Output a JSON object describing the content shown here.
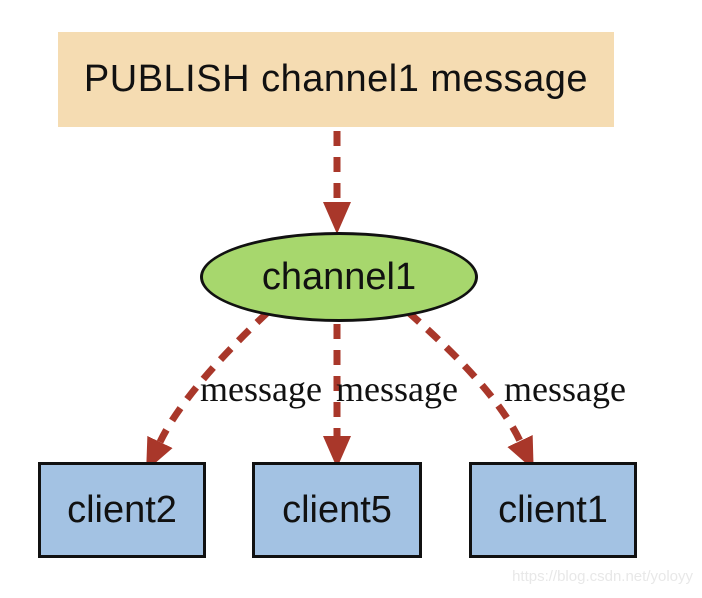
{
  "diagram": {
    "publisher": {
      "label": "PUBLISH channel1 message"
    },
    "channel": {
      "label": "channel1"
    },
    "clients": [
      {
        "label": "client2"
      },
      {
        "label": "client5"
      },
      {
        "label": "client1"
      }
    ],
    "edge_labels": [
      "message",
      "message",
      "message"
    ],
    "watermark": "https://blog.csdn.net/yoloyy"
  },
  "colors": {
    "canvas-bg": "#ffffff",
    "publisher-bg": "#f5dcb2",
    "channel-bg": "#a7d76d",
    "client-bg": "#a3c2e3",
    "arrow-red": "#a9372a",
    "node-border": "#111111",
    "text": "#111111",
    "watermark": "#e8e8e8"
  }
}
